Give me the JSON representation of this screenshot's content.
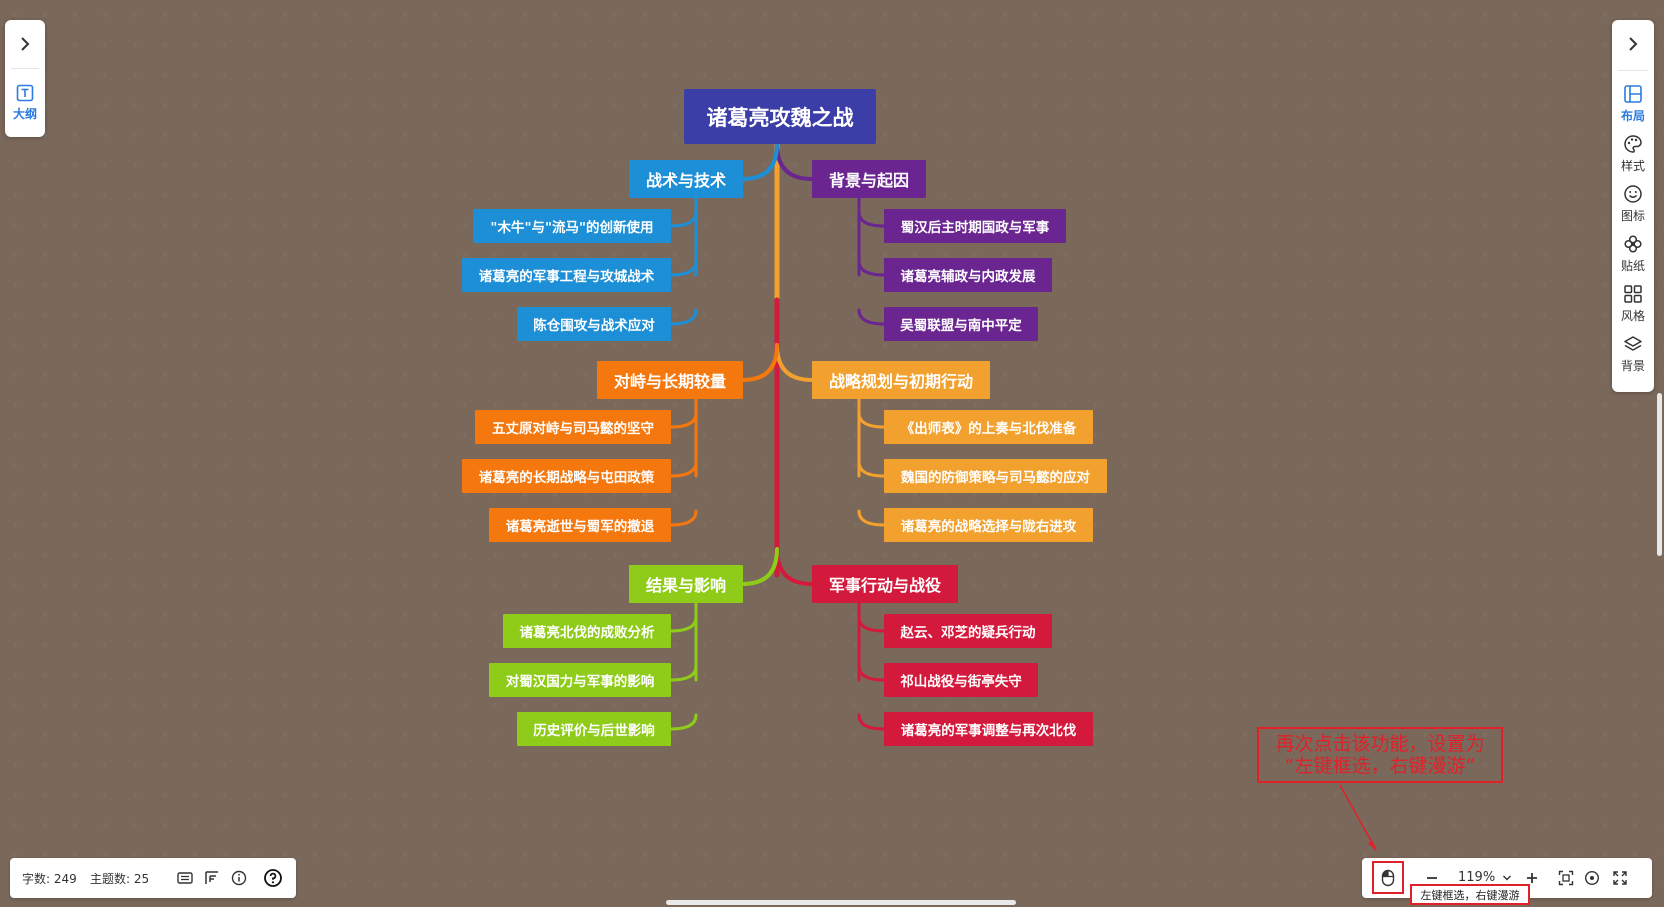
{
  "mindmap": {
    "root": {
      "label": "诸葛亮攻魏之战",
      "color": "#3b3ea6"
    },
    "branches": [
      {
        "label": "背景与起因",
        "color": "#6a2591",
        "side": "right",
        "children": [
          "蜀汉后主时期国政与军事",
          "诸葛亮辅政与内政发展",
          "吴蜀联盟与南中平定"
        ]
      },
      {
        "label": "战略规划与初期行动",
        "color": "#f2a02e",
        "side": "right",
        "children": [
          "《出师表》的上奏与北伐准备",
          "魏国的防御策略与司马懿的应对",
          "诸葛亮的战略选择与陇右进攻"
        ]
      },
      {
        "label": "军事行动与战役",
        "color": "#d41a3c",
        "side": "right",
        "children": [
          "赵云、邓芝的疑兵行动",
          "祁山战役与街亭失守",
          "诸葛亮的军事调整与再次北伐"
        ]
      },
      {
        "label": "战术与技术",
        "color": "#1c8fd6",
        "side": "left",
        "children": [
          "\"木牛\"与\"流马\"的创新使用",
          "诸葛亮的军事工程与攻城战术",
          "陈仓围攻与战术应对"
        ]
      },
      {
        "label": "对峙与长期较量",
        "color": "#f5780f",
        "side": "left",
        "children": [
          "五丈原对峙与司马懿的坚守",
          "诸葛亮的长期战略与屯田政策",
          "诸葛亮逝世与蜀军的撤退"
        ]
      },
      {
        "label": "结果与影响",
        "color": "#8fcc19",
        "side": "left",
        "children": [
          "诸葛亮北伐的成败分析",
          "对蜀汉国力与军事的影响",
          "历史评价与后世影响"
        ]
      }
    ]
  },
  "left_panel": {
    "outline_label": "大纲"
  },
  "right_panel": {
    "tools": [
      {
        "label": "布局",
        "icon": "layout-icon"
      },
      {
        "label": "样式",
        "icon": "palette-icon"
      },
      {
        "label": "图标",
        "icon": "smiley-icon"
      },
      {
        "label": "贴纸",
        "icon": "sticker-icon"
      },
      {
        "label": "风格",
        "icon": "grid-icon"
      },
      {
        "label": "背景",
        "icon": "layers-icon"
      }
    ]
  },
  "status": {
    "word_count": "字数: 249",
    "topic_count": "主题数: 25"
  },
  "zoom": {
    "value": "119%"
  },
  "tooltip": "左键框选，右键漫游",
  "annotation": {
    "line1": "再次点击该功能，设置为",
    "line2": "“左键框选，右键漫游”"
  },
  "colors": {
    "annotation_red": "#e0212a",
    "active_blue": "#2b7be0",
    "canvas_bg": "#7a685a"
  }
}
